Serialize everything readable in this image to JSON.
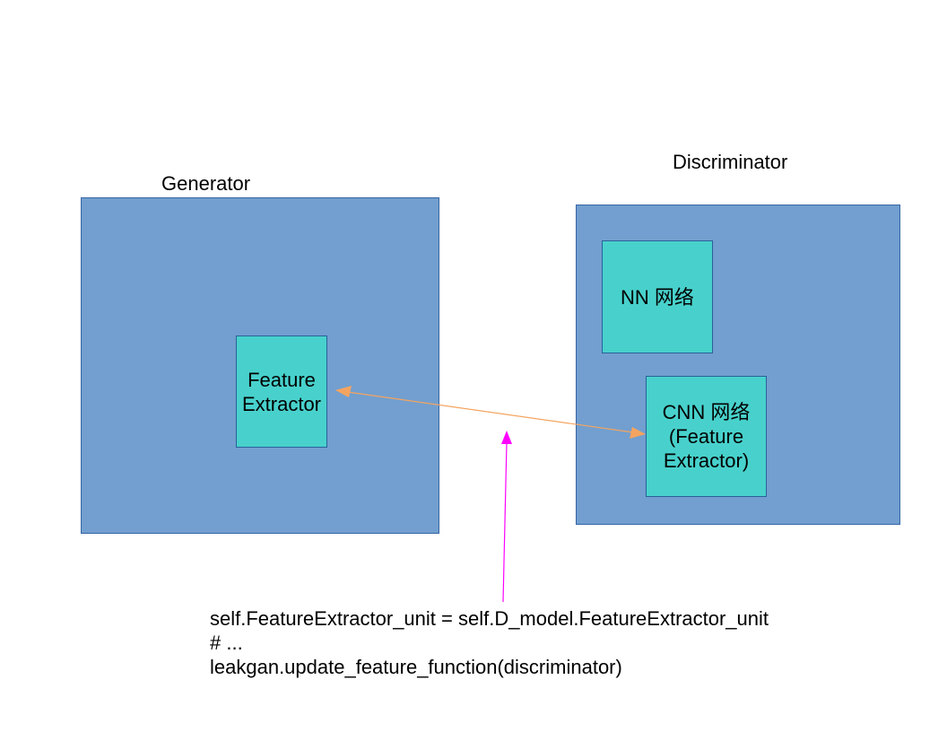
{
  "generator": {
    "title": "Generator",
    "feature_extractor_lines": [
      "Feature",
      "Extractor"
    ]
  },
  "discriminator": {
    "title": "Discriminator",
    "nn_label": "NN 网络",
    "cnn_lines": [
      "CNN 网络",
      "(Feature",
      "Extractor)"
    ]
  },
  "code_lines": [
    "self.FeatureExtractor_unit = self.D_model.FeatureExtractor_unit",
    "# ...",
    "leakgan.update_feature_function(discriminator)"
  ],
  "colors": {
    "outer_box": "#729fcf",
    "inner_box": "#48d1cc",
    "share_arrow": "#f4a460",
    "pointer_arrow": "#ff00ff"
  }
}
